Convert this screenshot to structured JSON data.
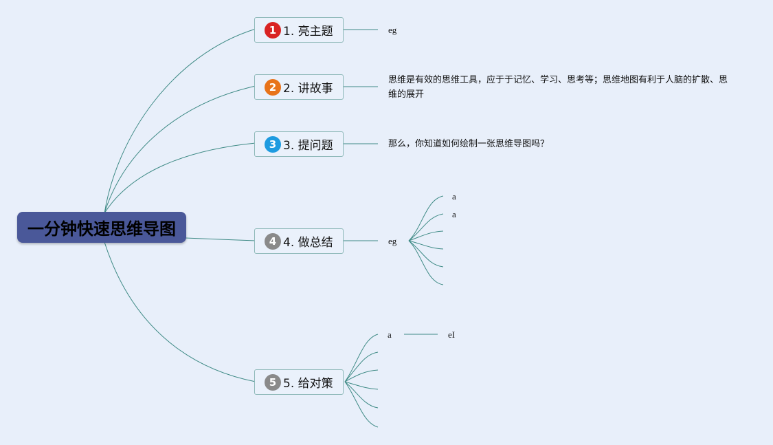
{
  "root": {
    "label": "一分钟快速思维导图"
  },
  "topics": [
    {
      "num": "1",
      "label": "1. 亮主题",
      "color": "#d92323"
    },
    {
      "num": "2",
      "label": "2. 讲故事",
      "color": "#e8731a"
    },
    {
      "num": "3",
      "label": "3. 提问题",
      "color": "#1e9be0"
    },
    {
      "num": "4",
      "label": "4. 做总结",
      "color": "#8a8a8a"
    },
    {
      "num": "5",
      "label": "5. 给对策",
      "color": "#8a8a8a"
    }
  ],
  "subtopics": {
    "t1": "eg",
    "t2": "思维是有效的思维工具，应于于记忆、学习、思考等；思维地图有利于人脑的扩散、思维的展开",
    "t3": "那么，你知道如何绘制一张思维导图吗？",
    "t4": "eg",
    "t4_children": [
      "a",
      "a"
    ],
    "t5_child": "a",
    "t5_grandchild": "eI"
  },
  "colors": {
    "background": "#e8effa",
    "root_fill": "#4a5899",
    "line": "#3e8a85",
    "topic_border": "#8db8b8"
  }
}
